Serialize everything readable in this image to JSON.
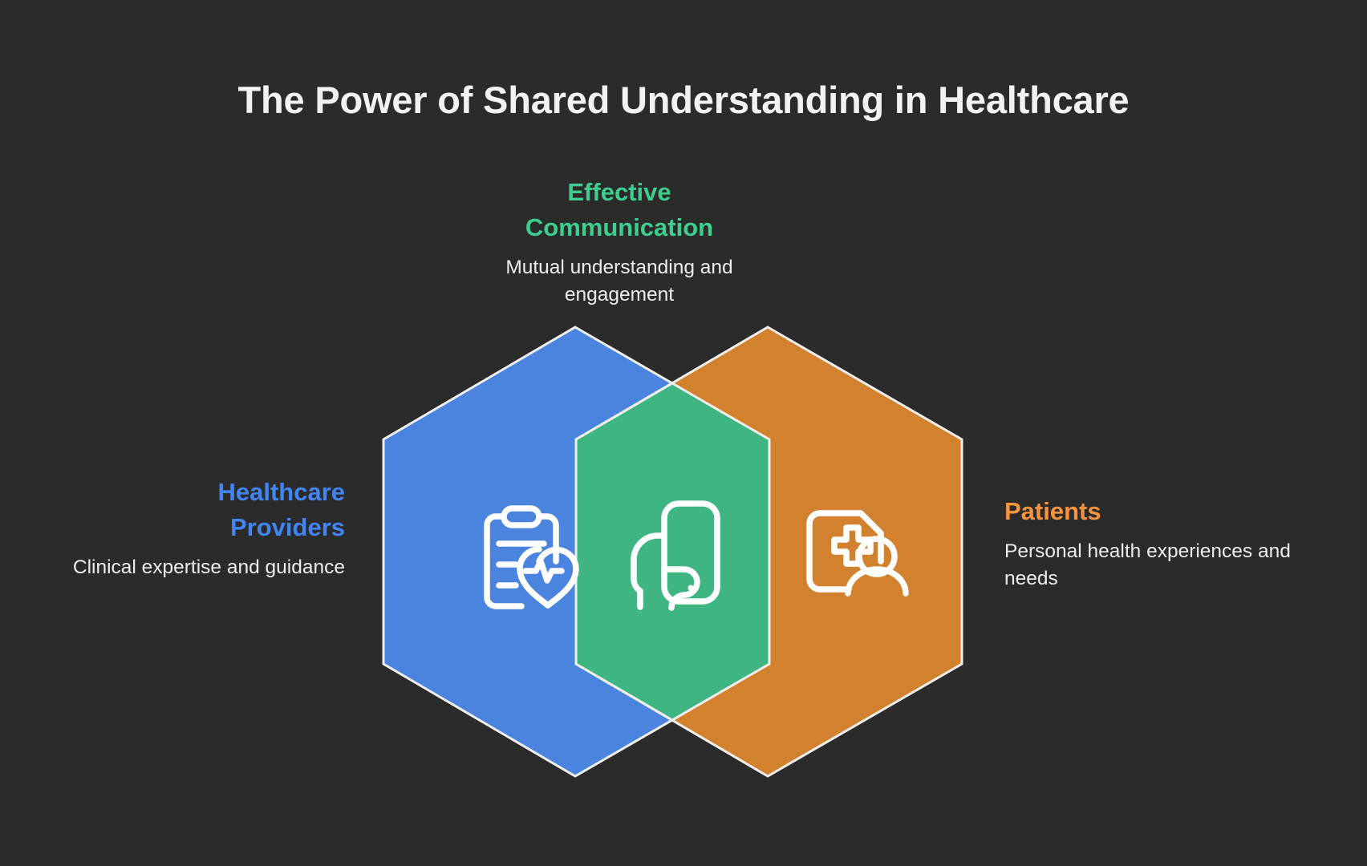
{
  "page": {
    "title": "The Power of Shared Understanding in Healthcare",
    "background_color": "#2b2b2b"
  },
  "diagram": {
    "type": "venn-hexagon",
    "outline_color": "#f0efed",
    "segments": [
      {
        "id": "providers",
        "title": "Healthcare\nProviders",
        "title_line1": "Healthcare",
        "title_line2": "Providers",
        "description": "Clinical expertise and guidance",
        "color": "#4A84DE",
        "title_color": "#4285F4",
        "icon": "clipboard-heart-icon",
        "position": "left"
      },
      {
        "id": "communication",
        "title": "Effective Communication",
        "title_line1": "Effective",
        "title_line2": "Communication",
        "description": "Mutual understanding and engagement",
        "color": "#3FB583",
        "title_color": "#3ECF8E",
        "icon": "speech-bubble-question-icon",
        "position": "center"
      },
      {
        "id": "patients",
        "title": "Patients",
        "title_line1": "Patients",
        "title_line2": "",
        "description": "Personal health experiences and needs",
        "color": "#D2822F",
        "title_color": "#F7943E",
        "icon": "medical-record-person-icon",
        "position": "right"
      }
    ]
  }
}
